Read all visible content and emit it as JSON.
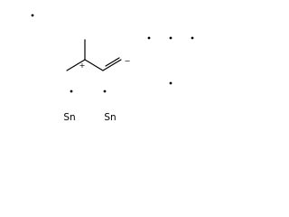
{
  "molecule": {
    "atoms": [
      {
        "id": "tin-1",
        "symbol": "Sn"
      },
      {
        "id": "tin-2",
        "symbol": "Sn"
      }
    ],
    "charges": {
      "cation": "+",
      "anion": "−"
    },
    "radical_count": 7,
    "bond_color": "#000000"
  }
}
